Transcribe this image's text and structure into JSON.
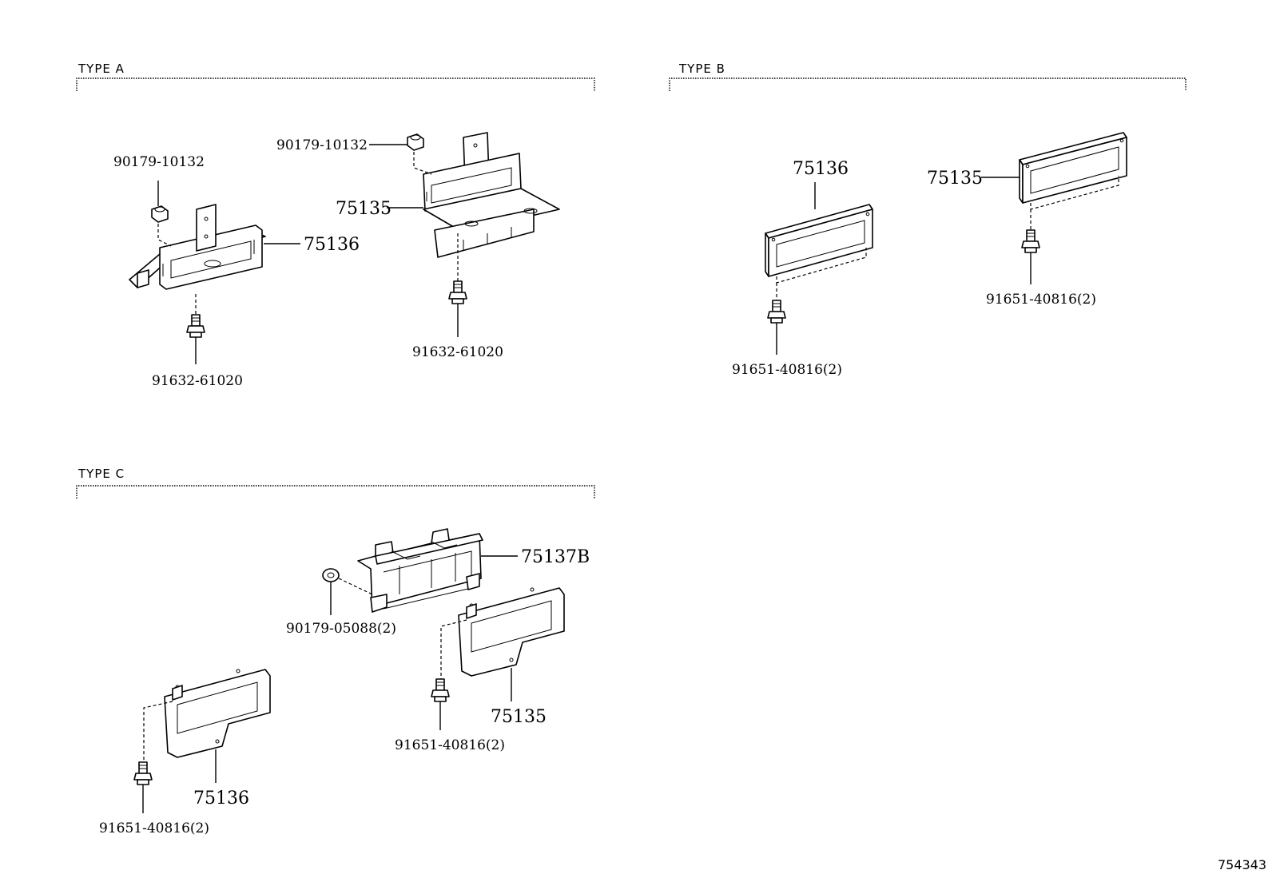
{
  "sections": {
    "type_a": "TYPE A",
    "type_b": "TYPE B",
    "type_c": "TYPE C"
  },
  "type_a": {
    "left_nut": "90179-10132",
    "left_bracket": "75136",
    "left_bolt": "91632-61020",
    "right_nut": "90179-10132",
    "right_bracket": "75135",
    "right_bolt": "91632-61020"
  },
  "type_b": {
    "left_bracket": "75136",
    "left_screw": "91651-40816(2)",
    "right_bracket": "75135",
    "right_screw": "91651-40816(2)"
  },
  "type_c": {
    "holder": "75137B",
    "nut": "90179-05088(2)",
    "right_bracket": "75135",
    "right_screw": "91651-40816(2)",
    "left_bracket": "75136",
    "left_screw": "91651-40816(2)"
  },
  "reference": "754343"
}
